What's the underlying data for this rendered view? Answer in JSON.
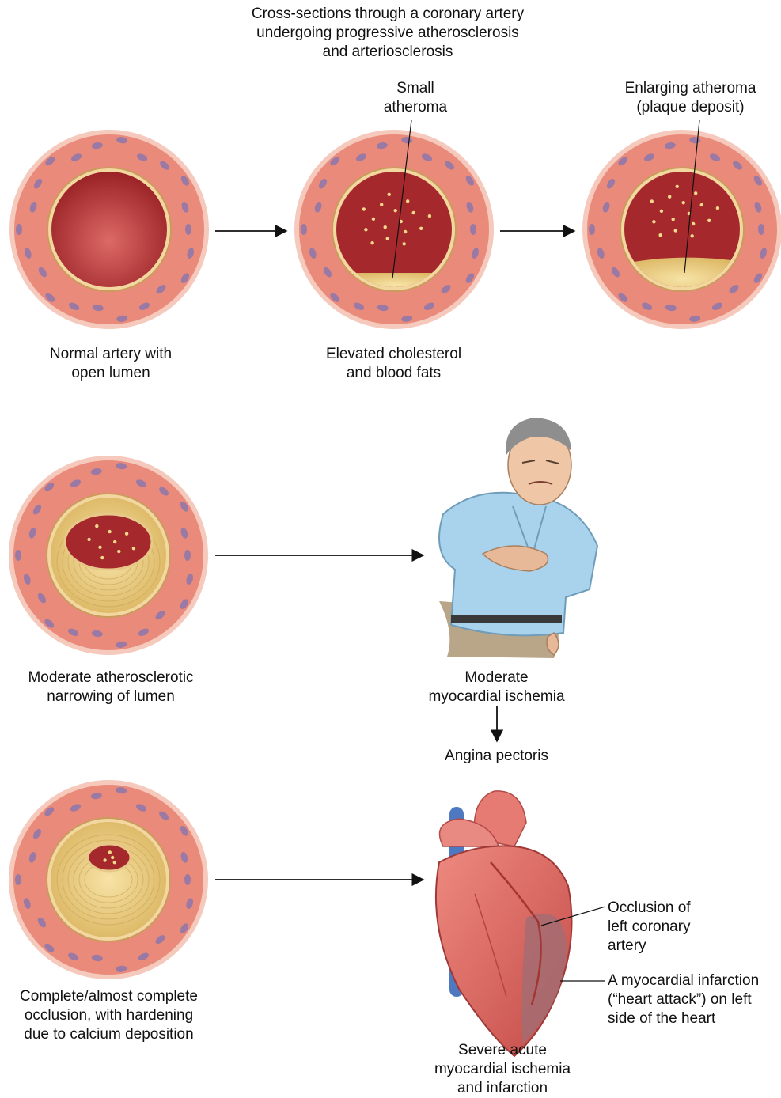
{
  "title": "Cross-sections through a coronary artery\nundergoing progressive atherosclerosis\nand arteriosclerosis",
  "stages": [
    {
      "caption": "Normal artery with\nopen lumen",
      "plaque": 0.0,
      "lumen": 1.0
    },
    {
      "caption": "Elevated cholesterol\nand blood fats",
      "callout": "Small\natheroma",
      "plaque": 0.12,
      "lumen": 1.0
    },
    {
      "caption": "",
      "callout": "Enlarging atheroma\n(plaque deposit)",
      "plaque": 0.28,
      "lumen": 1.0
    },
    {
      "caption": "Moderate atherosclerotic\nnarrowing of lumen",
      "plaque": 1.0,
      "lumen": 0.42
    },
    {
      "caption": "Complete/almost complete\nocclusion, with hardening\ndue to calcium deposition",
      "plaque": 1.0,
      "lumen": 0.2
    }
  ],
  "effects": {
    "ischemia": "Moderate\nmyocardial ischemia",
    "angina": "Angina pectoris",
    "infarction": "Severe acute\nmyocardial ischemia\nand infarction"
  },
  "heart_labels": {
    "occlusion": "Occlusion of\nleft coronary\nartery",
    "infarct": "A myocardial infarction\n(“heart attack”) on left\nside of the heart"
  },
  "colors": {
    "arterial_wall": "#e98a7a",
    "lumen_blood": "#a5282d",
    "plaque": "#f0d38a",
    "cell_nucleus": "#7f74b4",
    "shirt": "#a9d3ec",
    "heart": "#d9655f",
    "vein": "#4e79c0"
  }
}
